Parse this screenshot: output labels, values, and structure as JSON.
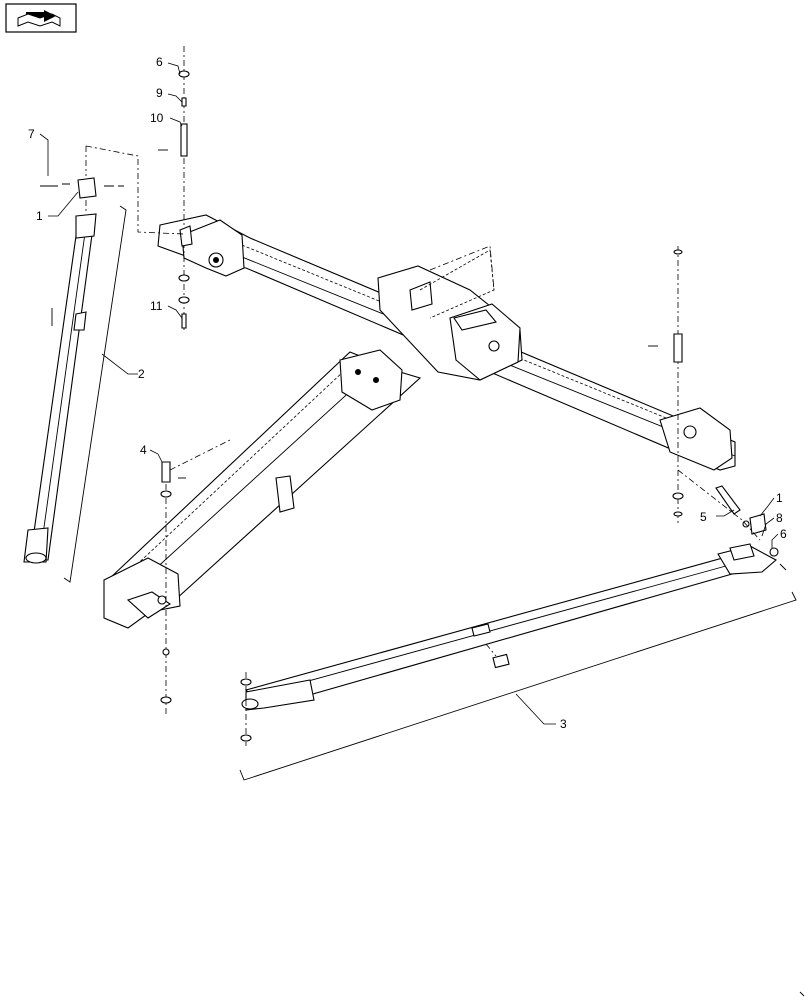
{
  "diagram": {
    "nav_icon": "book-arrow-icon",
    "callouts": [
      {
        "id": "c6a",
        "text": "6"
      },
      {
        "id": "c9",
        "text": "9"
      },
      {
        "id": "c10",
        "text": "10"
      },
      {
        "id": "c7",
        "text": "7"
      },
      {
        "id": "c1a",
        "text": "1"
      },
      {
        "id": "c11",
        "text": "11"
      },
      {
        "id": "c2",
        "text": "2"
      },
      {
        "id": "c4",
        "text": "4"
      },
      {
        "id": "c1b",
        "text": "1"
      },
      {
        "id": "c8",
        "text": "8"
      },
      {
        "id": "c5",
        "text": "5"
      },
      {
        "id": "c6b",
        "text": "6"
      },
      {
        "id": "c3",
        "text": "3"
      }
    ]
  }
}
